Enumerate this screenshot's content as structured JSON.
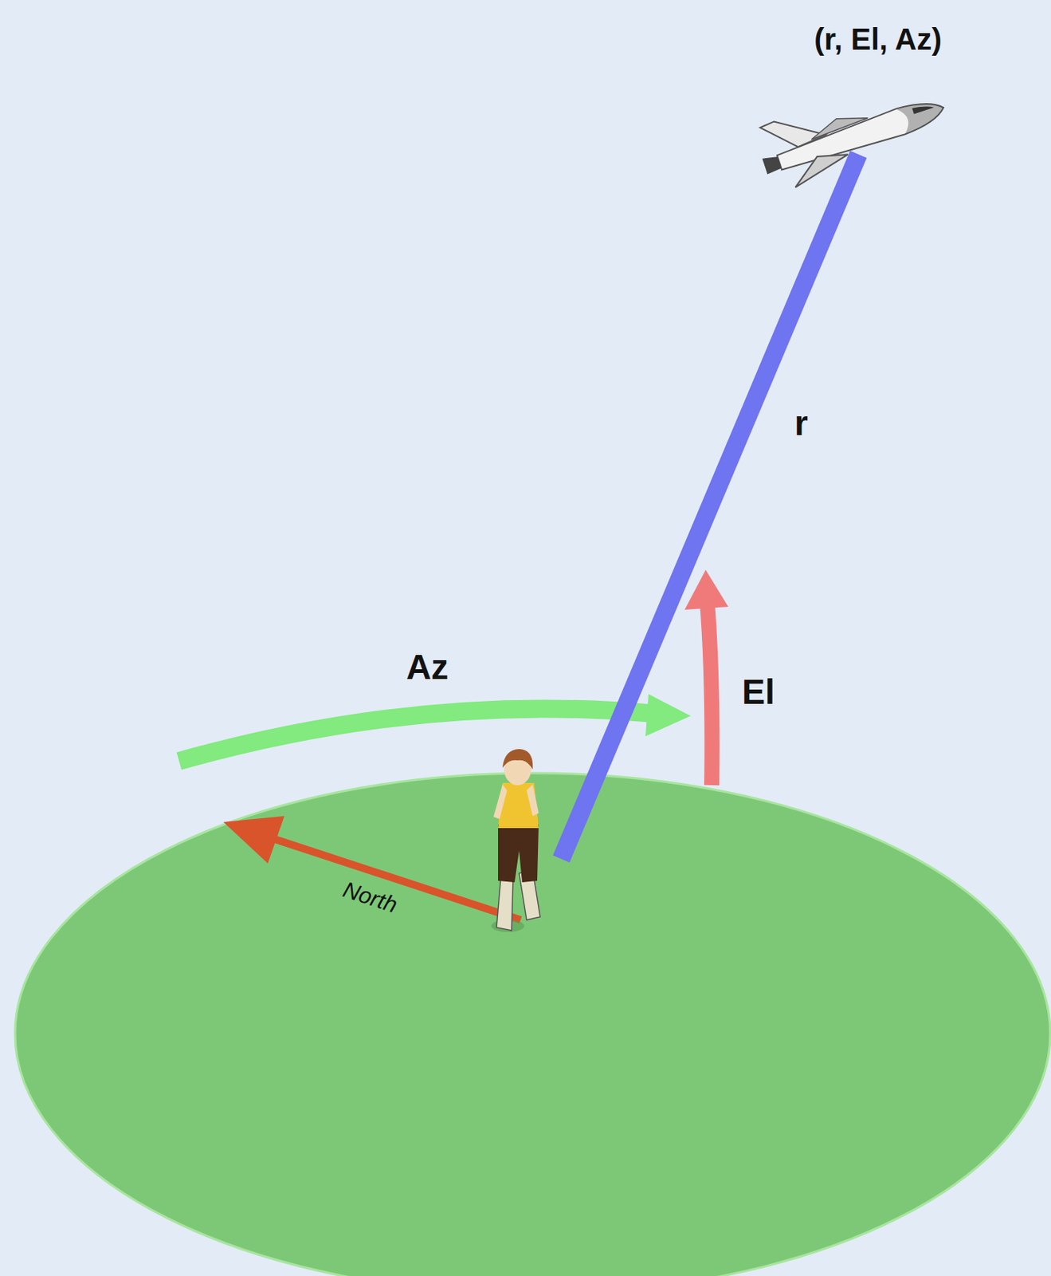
{
  "diagram": {
    "labels": [
      "(r, El, Az)",
      "r",
      "Az",
      "El",
      "North"
    ]
  }
}
